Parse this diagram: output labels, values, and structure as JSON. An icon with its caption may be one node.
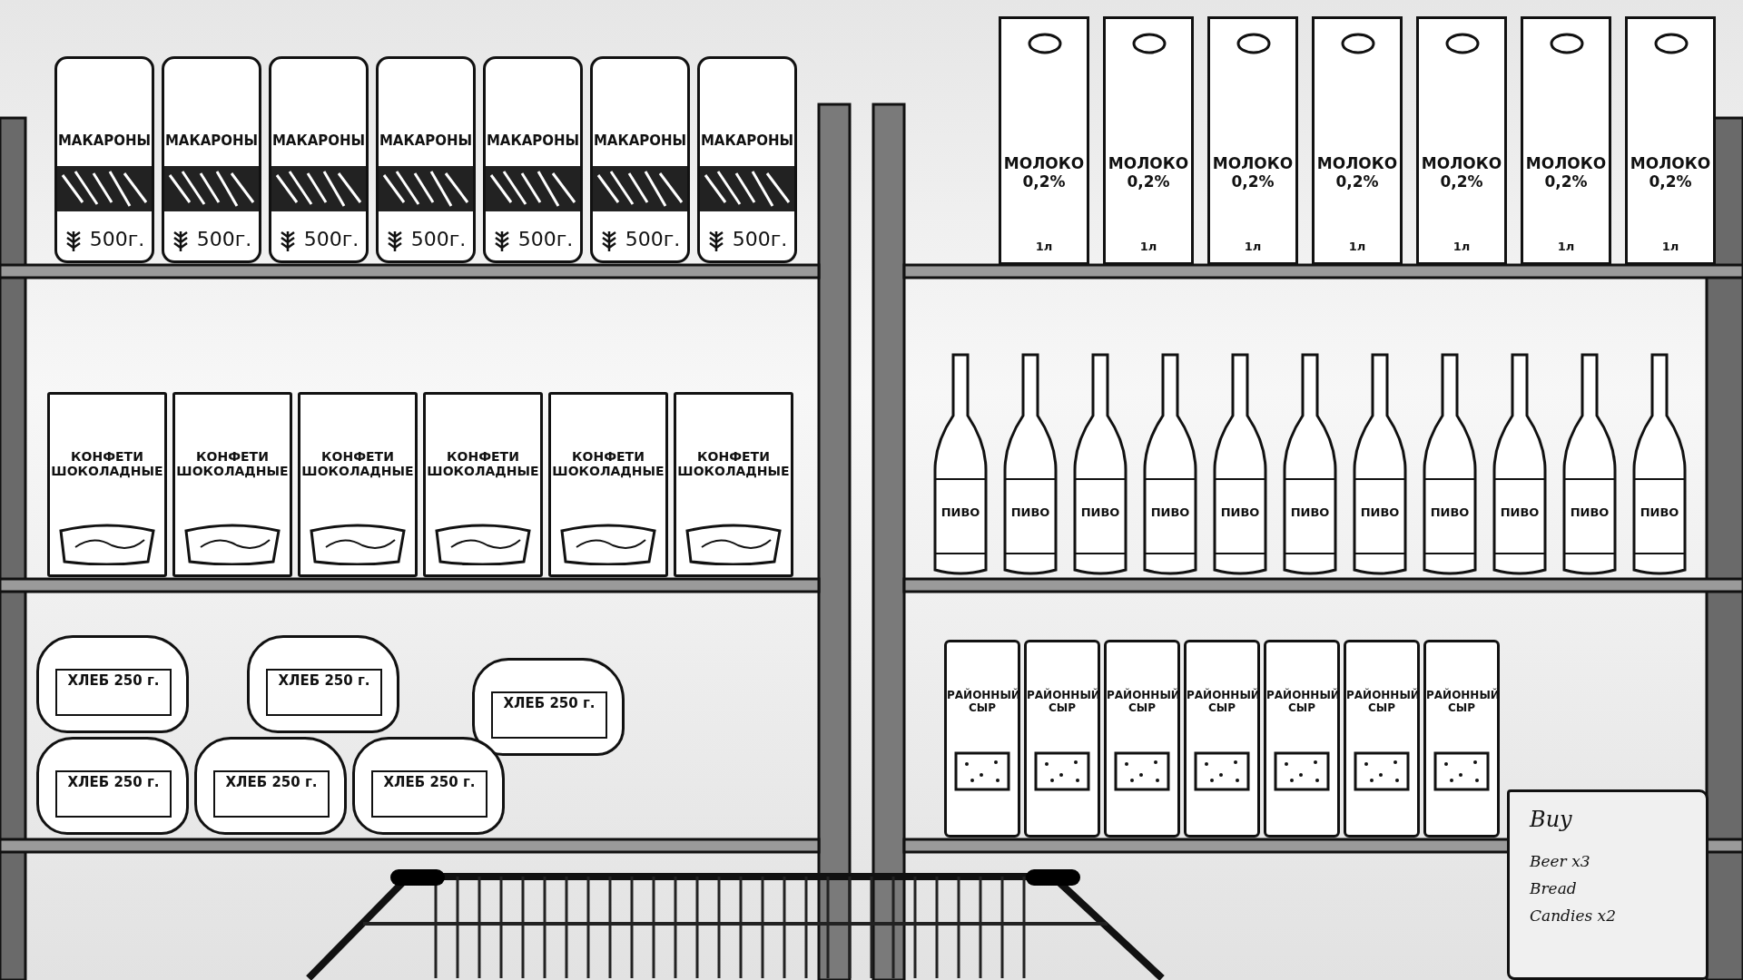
{
  "diagram": {
    "labels": [
      "МАКАРОНЫ",
      "500г.",
      "МАКАРОНЫ",
      "500г.",
      "МАКАРОНЫ",
      "500г.",
      "МАКАРОНЫ",
      "500г.",
      "МАКАРОНЫ",
      "500г.",
      "МАКАРОНЫ",
      "500г.",
      "МАКАРОНЫ",
      "500г.",
      "МОЛОКО 0,2%",
      "1л",
      "МОЛОКО 0,2%",
      "1л",
      "МОЛОКО 0,2%",
      "1л",
      "МОЛОКО 0,2%",
      "1л",
      "МОЛОКО 0,2%",
      "1л",
      "МОЛОКО 0,2%",
      "1л",
      "МОЛОКО 0,2%",
      "1л",
      "КОНФЕТИ ШОКОЛАДНЫЕ",
      "КОНФЕТИ ШОКОЛАДНЫЕ",
      "КОНФЕТИ ШОКОЛАДНЫЕ",
      "КОНФЕТИ ШОКОЛАДНЫЕ",
      "КОНФЕТИ ШОКОЛАДНЫЕ",
      "КОНФЕТИ ШОКОЛАДНЫЕ",
      "ПИВО",
      "ПИВО",
      "ПИВО",
      "ПИВО",
      "ПИВО",
      "ПИВО",
      "ПИВО",
      "ПИВО",
      "ПИВО",
      "ПИВО",
      "ПИВО",
      "ХЛЕБ 250 г.",
      "ХЛЕБ 250 г.",
      "ХЛЕБ 250 г.",
      "ХЛЕБ 250 г.",
      "ХЛЕБ 250 г.",
      "ХЛЕБ 250 г.",
      "РАЙОННЫЙ СЫР",
      "РАЙОННЫЙ СЫР",
      "РАЙОННЫЙ СЫР",
      "РАЙОННЫЙ СЫР",
      "РАЙОННЫЙ СЫР",
      "РАЙОННЫЙ СЫР",
      "РАЙОННЫЙ СЫР",
      "Buy",
      "Beer x3",
      "Bread",
      "Candies x2"
    ]
  }
}
